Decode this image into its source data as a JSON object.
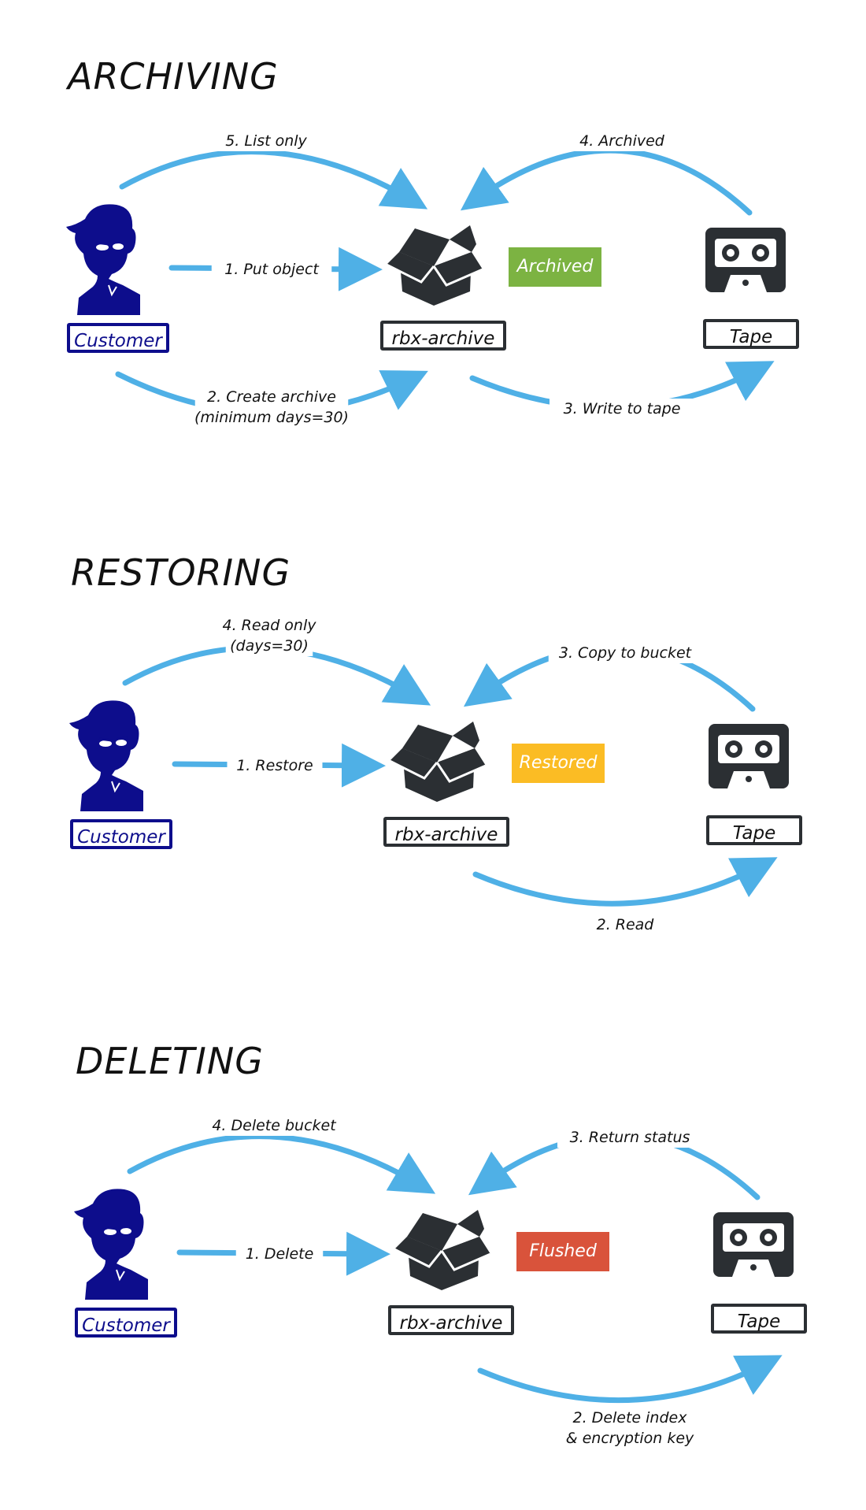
{
  "sections": [
    {
      "title": "ARCHIVING",
      "customer_label": "Customer",
      "archive_label": "rbx-archive",
      "tape_label": "Tape",
      "badge": {
        "text": "Archived",
        "color": "#7cb342"
      },
      "arrows": {
        "top_left": [
          "5. List only"
        ],
        "top_right": [
          "4. Archived"
        ],
        "middle": [
          "1. Put object"
        ],
        "bottom_left": [
          "2. Create archive",
          "(minimum days=30)"
        ],
        "bottom_right": [
          "3. Write to tape"
        ]
      }
    },
    {
      "title": "RESTORING",
      "customer_label": "Customer",
      "archive_label": "rbx-archive",
      "tape_label": "Tape",
      "badge": {
        "text": "Restored",
        "color": "#fbbc24"
      },
      "arrows": {
        "top_left": [
          "4. Read only",
          "(days=30)"
        ],
        "top_right": [
          "3. Copy to bucket"
        ],
        "middle": [
          "1. Restore"
        ],
        "bottom_right": [
          "2. Read"
        ]
      }
    },
    {
      "title": "DELETING",
      "customer_label": "Customer",
      "archive_label": "rbx-archive",
      "tape_label": "Tape",
      "badge": {
        "text": "Flushed",
        "color": "#d9533b"
      },
      "arrows": {
        "top_left": [
          "4. Delete bucket"
        ],
        "top_right": [
          "3. Return status"
        ],
        "middle": [
          "1. Delete"
        ],
        "bottom_right": [
          "2. Delete index",
          "& encryption key"
        ]
      }
    }
  ],
  "colors": {
    "arrow": "#4fb0e6",
    "customer": "#0d0d8c",
    "icon_dark": "#2b2f33"
  },
  "icons": {
    "customer": "person-icon",
    "archive": "box-icon",
    "tape": "cassette-tape-icon"
  }
}
